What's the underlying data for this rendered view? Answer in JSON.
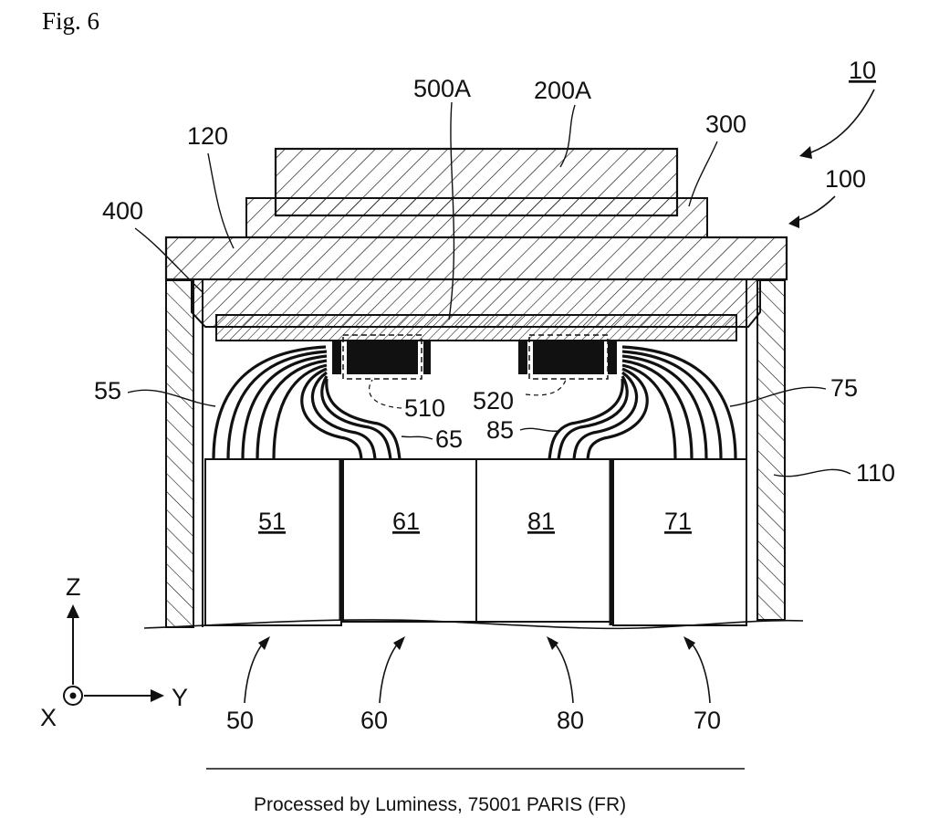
{
  "figure": {
    "title": "Fig. 6",
    "device_ref": "10",
    "labels": {
      "housing": "100",
      "wall": "110",
      "lid": "120",
      "spacer": "300",
      "plate": "400",
      "chip": "200A",
      "board": "500A",
      "chip_left": "510",
      "chip_right": "520",
      "cable_left": "55",
      "cable_right": "75",
      "cable_mid_left": "65",
      "cable_mid_right": "85",
      "module_51": "51",
      "module_61": "61",
      "module_81": "81",
      "module_71": "71",
      "group_50": "50",
      "group_60": "60",
      "group_80": "80",
      "group_70": "70"
    },
    "axes": {
      "z": "Z",
      "y": "Y",
      "x": "X"
    }
  },
  "footer": "Processed by Luminess, 75001 PARIS (FR)"
}
